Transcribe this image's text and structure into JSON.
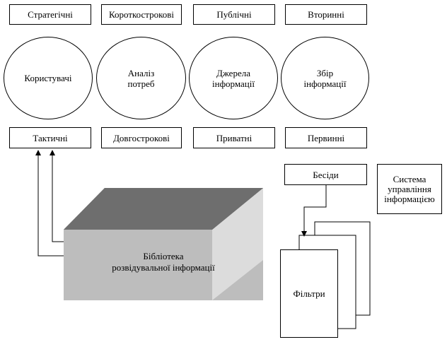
{
  "top_row": {
    "strategic": "Стратегічні",
    "short_term": "Короткострокові",
    "public": "Публічні",
    "secondary": "Вторинні"
  },
  "ovals": {
    "users": "Користувачі",
    "needs_analysis": "Аналіз\nпотреб",
    "info_sources": "Джерела\nінформації",
    "info_collection": "Збір\nінформації"
  },
  "bottom_row": {
    "tactical": "Тактичні",
    "long_term": "Довгострокові",
    "private": "Приватні",
    "primary": "Первинні"
  },
  "conversations": "Бесіди",
  "info_management_system": "Система\nуправління\nінформацією",
  "filters": "Фільтри",
  "library": "Бібліотека\nрозвідувальної інформації",
  "colors": {
    "box_top": "#6e6e6e",
    "box_front": "#bdbdbd",
    "box_side": "#dcdcdc"
  }
}
